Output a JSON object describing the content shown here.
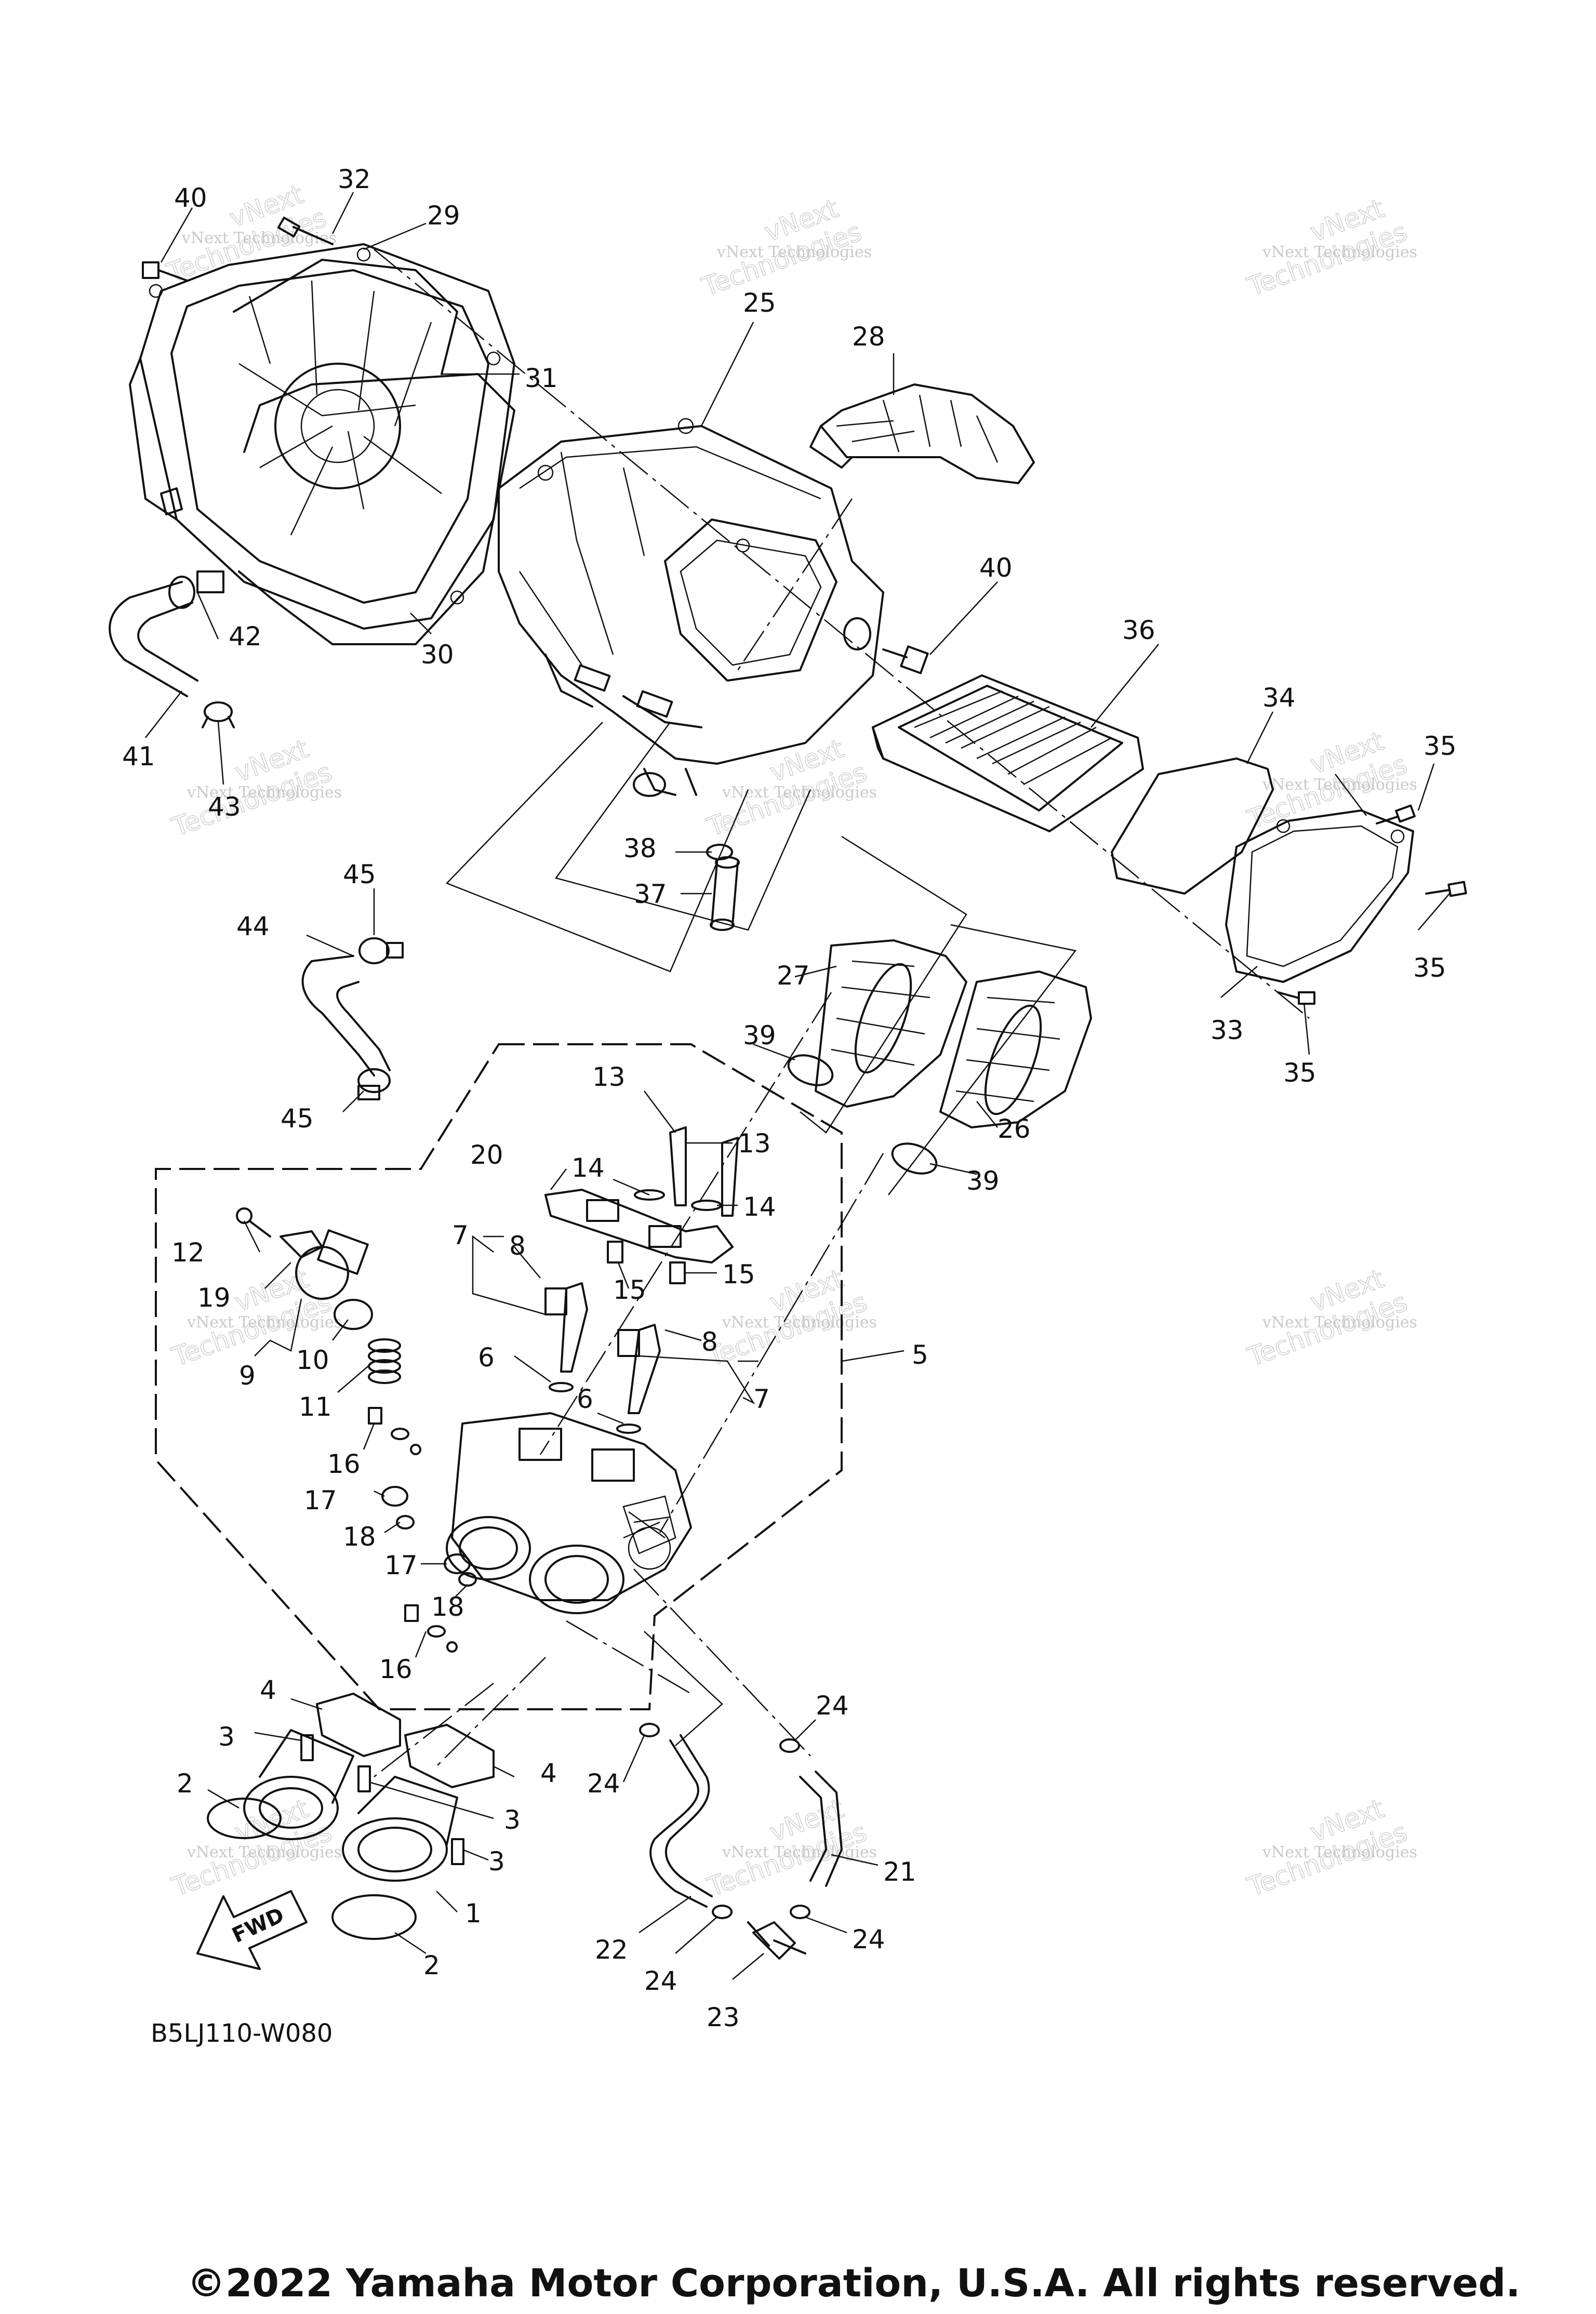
{
  "figure_code": "B5LJ110-W080",
  "copyright": "©2022 Yamaha Motor Corporation, U.S.A. All rights reserved.",
  "fwd_label": "FWD",
  "watermark": {
    "line1": "vNext Technologies",
    "line2": "vNext",
    "line3": "Technologies"
  },
  "callouts": [
    "1",
    "2",
    "3",
    "4",
    "5",
    "6",
    "7",
    "8",
    "9",
    "10",
    "11",
    "12",
    "13",
    "14",
    "15",
    "16",
    "17",
    "18",
    "19",
    "20",
    "21",
    "22",
    "23",
    "24",
    "25",
    "26",
    "27",
    "28",
    "29",
    "30",
    "31",
    "32",
    "33",
    "34",
    "35",
    "36",
    "37",
    "38",
    "39",
    "40",
    "41",
    "42",
    "43",
    "44",
    "45"
  ]
}
